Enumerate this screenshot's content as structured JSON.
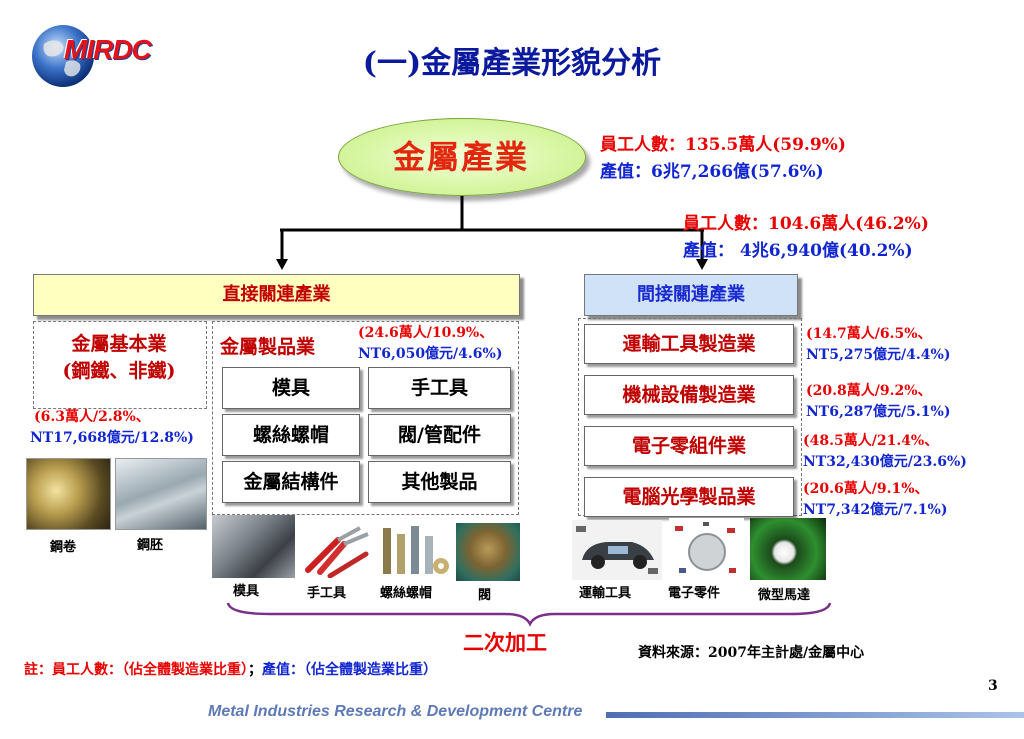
{
  "logo": {
    "text": "MIRDC"
  },
  "title": "(一)金屬產業形貌分析",
  "root": {
    "label": "金屬產業",
    "employees": "員工人數：135.5萬人(59.9%)",
    "output": "產值：6兆7,266億(57.6%)"
  },
  "indirect_totals": {
    "employees": "員工人數：104.6萬人(46.2%)",
    "output": "產值： 4兆6,940億(40.2%)"
  },
  "direct": {
    "header": "直接關連產業",
    "basic": {
      "label_line1": "金屬基本業",
      "label_line2": "(鋼鐵、非鐵)",
      "stat_line1": "(6.3萬人/2.8%、",
      "stat_line2": "NT17,668億元/12.8%)"
    },
    "products": {
      "label": "金屬製品業",
      "stat_line1": "(24.6萬人/10.9%、",
      "stat_line2": "NT6,050億元/4.6%)",
      "items": [
        "模具",
        "手工具",
        "螺絲螺帽",
        "閥/管配件",
        "金屬結構件",
        "其他製品"
      ]
    }
  },
  "indirect": {
    "header": "間接關連產業",
    "items": [
      {
        "label": "運輸工具製造業",
        "stat_line1": "(14.7萬人/6.5%、",
        "stat_line2": "NT5,275億元/4.4%)"
      },
      {
        "label": "機械設備製造業",
        "stat_line1": "(20.8萬人/9.2%、",
        "stat_line2": "NT6,287億元/5.1%)"
      },
      {
        "label": "電子零組件業",
        "stat_line1": "(48.5萬人/21.4%、",
        "stat_line2": "NT32,430億元/23.6%)"
      },
      {
        "label": "電腦光學製品業",
        "stat_line1": "(20.6萬人/9.1%、",
        "stat_line2": "NT7,342億元/7.1%)"
      }
    ]
  },
  "captions": {
    "coil": "鋼卷",
    "slab": "鋼胚",
    "mold": "模具",
    "hand_tool": "手工具",
    "screws": "螺絲螺帽",
    "valve": "閥",
    "transport": "運輸工具",
    "electronic": "電子零件",
    "motor": "微型馬達"
  },
  "secondary": "二次加工",
  "source": "資料來源：2007年主計處/金屬中心",
  "note": {
    "employees": "註：員工人數：（佔全體製造業比重）",
    "separator": "；",
    "output": "產值：（佔全體製造業比重）"
  },
  "page_number": "3",
  "footer": "Metal Industries Research & Development Centre",
  "colors": {
    "title": "#0b1a9c",
    "red": "#e80000",
    "blue": "#1226d0",
    "direct_header_bg": "#ffffc0",
    "indirect_header_bg": "#cfe2f8"
  }
}
